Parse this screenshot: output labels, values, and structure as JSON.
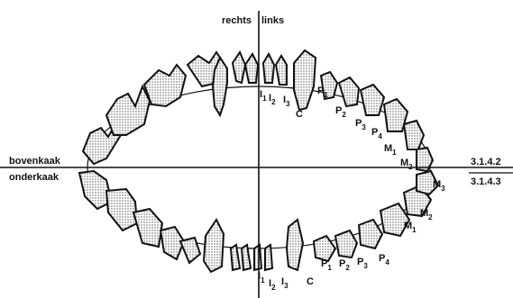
{
  "labels": {
    "rechts": "rechts",
    "links": "links",
    "bovenkaak": "bovenkaak",
    "onderkaak": "onderkaak",
    "formula_upper": "3.1.4.2",
    "formula_lower": "3.1.4.3"
  },
  "upper_teeth": [
    {
      "letter": "I",
      "sub": "1"
    },
    {
      "letter": "I",
      "sub": "2"
    },
    {
      "letter": "I",
      "sub": "3"
    },
    {
      "letter": "C",
      "sub": ""
    },
    {
      "letter": "P",
      "sub": "1"
    },
    {
      "letter": "P",
      "sub": "2"
    },
    {
      "letter": "P",
      "sub": "3"
    },
    {
      "letter": "P",
      "sub": "4"
    },
    {
      "letter": "M",
      "sub": "1"
    },
    {
      "letter": "M",
      "sub": "2"
    }
  ],
  "lower_teeth": [
    {
      "letter": "I",
      "sub": "1"
    },
    {
      "letter": "I",
      "sub": "2"
    },
    {
      "letter": "I",
      "sub": "3"
    },
    {
      "letter": "C",
      "sub": ""
    },
    {
      "letter": "P",
      "sub": "1"
    },
    {
      "letter": "P",
      "sub": "2"
    },
    {
      "letter": "P",
      "sub": "3"
    },
    {
      "letter": "P",
      "sub": "4"
    },
    {
      "letter": "M",
      "sub": "1"
    },
    {
      "letter": "M",
      "sub": "2"
    },
    {
      "letter": "M",
      "sub": "3"
    }
  ],
  "colors": {
    "ink": "#111111",
    "stipple": "#9a9a9a"
  }
}
